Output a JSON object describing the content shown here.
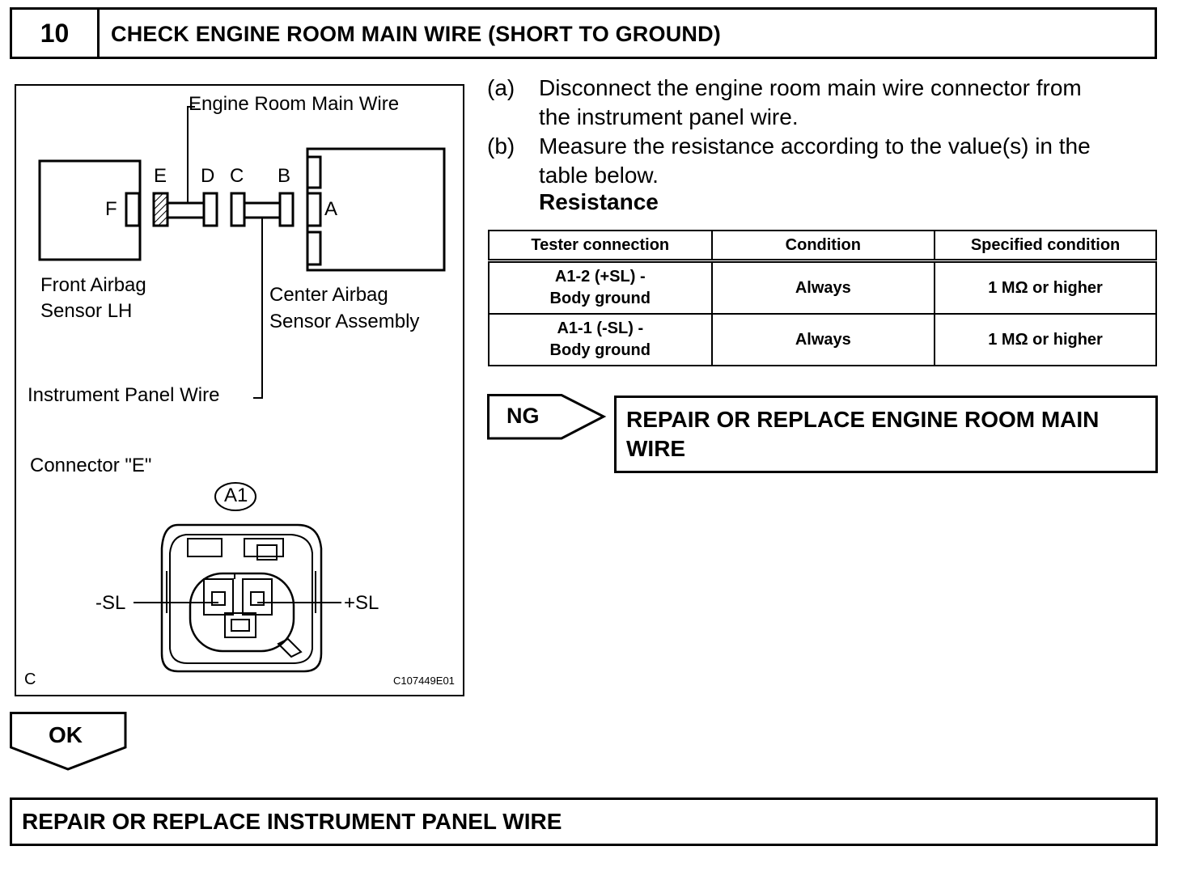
{
  "step": {
    "number": "10",
    "title": "CHECK ENGINE ROOM MAIN WIRE (SHORT TO GROUND)"
  },
  "illustration": {
    "labels": {
      "engine_room_main_wire": "Engine Room Main Wire",
      "front_airbag_sensor_line1": "Front Airbag",
      "front_airbag_sensor_line2": "Sensor LH",
      "center_airbag_sensor_line1": "Center Airbag",
      "center_airbag_sensor_line2": "Sensor Assembly",
      "instrument_panel_wire": "Instrument Panel Wire",
      "connector_e": "Connector \"E\"",
      "connector_id": "A1",
      "minus_sl": "-SL",
      "plus_sl": "+SL",
      "corner_code": "C",
      "figure_code": "C107449E01",
      "letter_a": "A",
      "letter_b": "B",
      "letter_c": "C",
      "letter_d": "D",
      "letter_e": "E",
      "letter_f": "F"
    }
  },
  "instructions": [
    {
      "mark": "(a)",
      "line1": "Disconnect the engine room main wire connector from",
      "line2": "the instrument panel wire."
    },
    {
      "mark": "(b)",
      "line1": "Measure the resistance according to the value(s) in the",
      "line2": "table below."
    }
  ],
  "resistance_label": "Resistance",
  "table": {
    "headers": [
      "Tester connection",
      "Condition",
      "Specified condition"
    ],
    "rows": [
      {
        "connection_line1": "A1-2 (+SL) -",
        "connection_line2": "Body ground",
        "condition": "Always",
        "specified": "1 MΩ or higher"
      },
      {
        "connection_line1": "A1-1 (-SL) -",
        "connection_line2": "Body ground",
        "condition": "Always",
        "specified": "1 MΩ or higher"
      }
    ]
  },
  "ng": {
    "label": "NG",
    "action_line1": "REPAIR OR REPLACE ENGINE ROOM MAIN",
    "action_line2": "WIRE"
  },
  "ok": {
    "label": "OK",
    "action": "REPAIR OR REPLACE INSTRUMENT PANEL WIRE"
  }
}
